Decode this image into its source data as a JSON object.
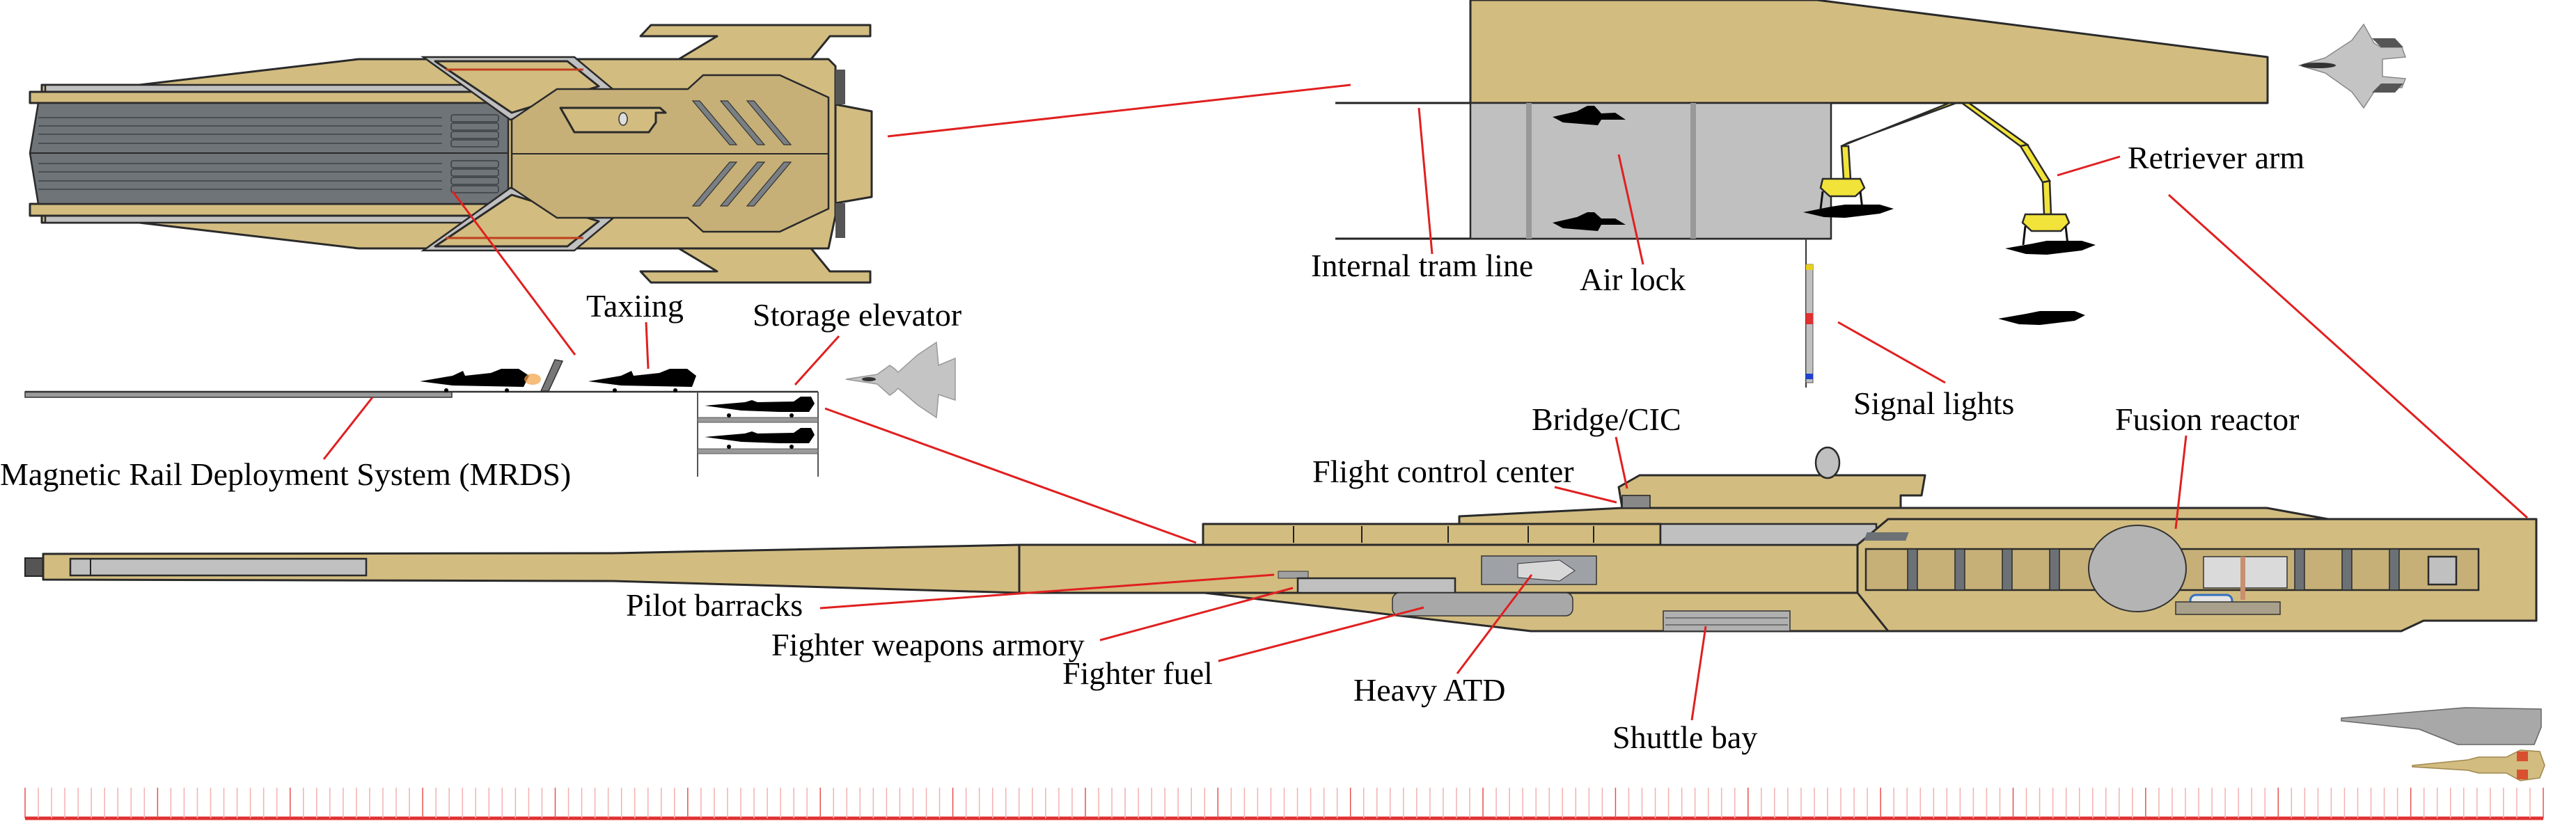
{
  "title": "Carrier cutaway schematic",
  "labels": {
    "mrds": "Magnetic Rail Deployment System (MRDS)",
    "taxiing": "Taxiing",
    "storage_elevator": "Storage elevator",
    "internal_tram_line": "Internal tram line",
    "air_lock": "Air lock",
    "retriever_arm": "Retriever arm",
    "signal_lights": "Signal lights",
    "bridge_cic": "Bridge/CIC",
    "fusion_reactor": "Fusion reactor",
    "flight_control_center": "Flight control center",
    "pilot_barracks": "Pilot barracks",
    "fighter_weapons_armory": "Fighter weapons armory",
    "fighter_fuel": "Fighter fuel",
    "heavy_atd": "Heavy ATD",
    "shuttle_bay": "Shuttle bay"
  },
  "views": {
    "top_view": "Carrier top view (flight deck)",
    "side_view": "Carrier side cutaway",
    "launch_detail": "Launch deck detail",
    "recovery_detail": "Recovery deck detail",
    "scale_comparison": [
      "Grey capital ship side view",
      "Tan/red corvette top view"
    ]
  },
  "colors": {
    "hull": "#d2bc80",
    "deck": "#6f7478",
    "bay": "#c0c0c0",
    "leader": "#e02020",
    "arm": "#f2e33a",
    "signal_yellow": "#e8d020",
    "signal_red": "#e03030",
    "signal_blue": "#2040d0"
  },
  "scale_bar": {
    "units_visible": false,
    "tick_count": 190
  }
}
